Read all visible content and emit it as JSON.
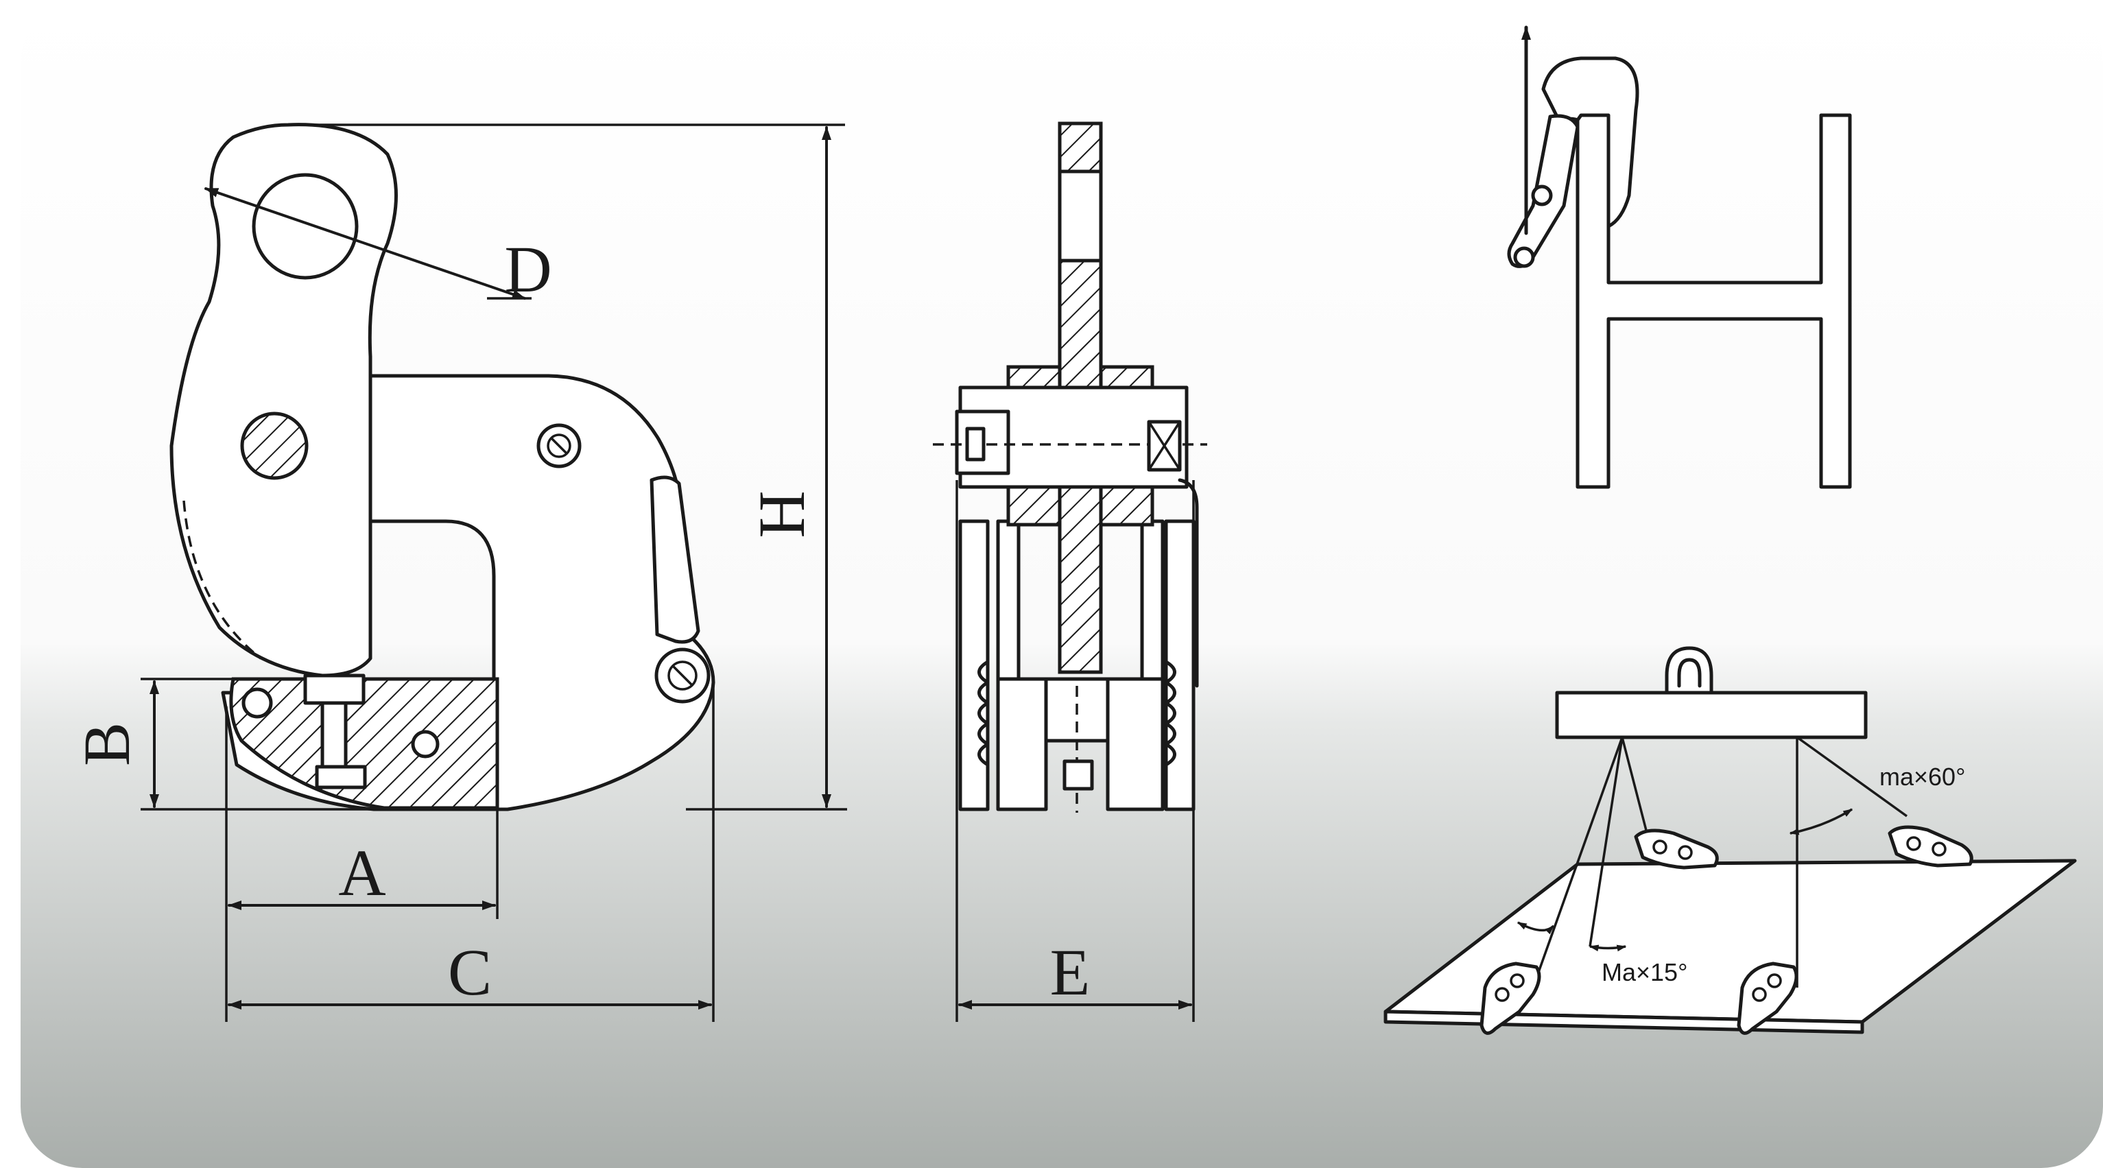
{
  "dimensions": {
    "A": "A",
    "B": "B",
    "C": "C",
    "D": "D",
    "E": "E",
    "H": "H"
  },
  "angles": {
    "max60": "ma×60°",
    "max15": "Ma×15°"
  },
  "colors": {
    "line": "#1a1a1a",
    "background_top": "#ffffff",
    "background_bottom": "#a9aeab"
  },
  "views": [
    "side-view-clamp",
    "front-view-clamp",
    "h-beam-usage",
    "plate-lifting-usage"
  ]
}
